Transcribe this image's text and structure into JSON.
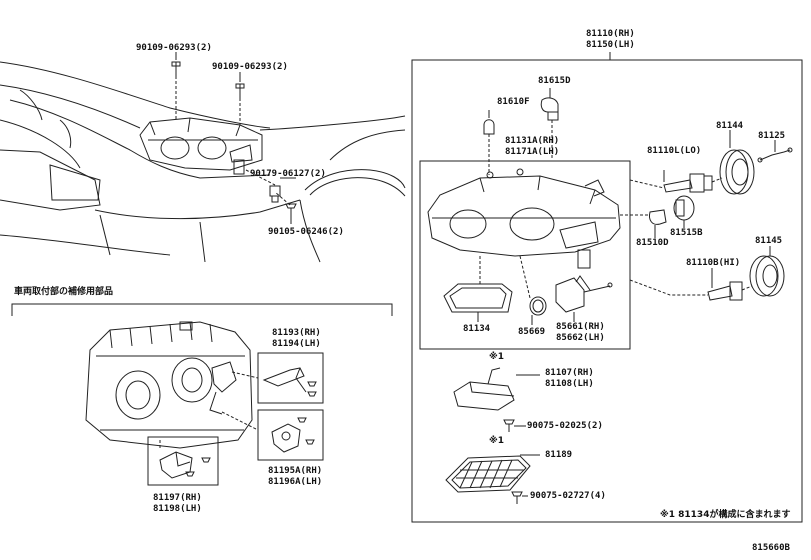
{
  "callouts": {
    "top_bolt_a": "90109-06293(2)",
    "top_bolt_b": "90109-06293(2)",
    "clip": "90179-06127(2)",
    "screw_left": "90105-06246(2)",
    "assy_rh": "81110(RH)",
    "assy_lh": "81150(LH)",
    "bulb_f": "81610F",
    "bulb_d": "81615D",
    "housing_rh": "81131A(RH)",
    "housing_lh": "81171A(LH)",
    "lo_bulb": "81110L(LO)",
    "cap_lo": "81144",
    "wire": "81125",
    "socket_d": "81510D",
    "socket_b": "81515B",
    "hi_bulb": "81110B(HI)",
    "cap_hi": "81145",
    "gasket": "81134",
    "oring": "85669",
    "socket_rh": "85661(RH)",
    "socket_lh": "85662(LH)",
    "ballast_rh": "81107(RH)",
    "ballast_lh": "81108(LH)",
    "screw_b1": "90075-02025(2)",
    "cover": "81189",
    "screw_b2": "90075-02727(4)",
    "bracket1_rh": "81193(RH)",
    "bracket1_lh": "81194(LH)",
    "bracket2_rh": "81195A(RH)",
    "bracket2_lh": "81196A(LH)",
    "bracket3_rh": "81197(RH)",
    "bracket3_lh": "81198(LH)",
    "mark1": "※1",
    "mark2": "※1"
  },
  "section_title": "車両取付部の補修用部品",
  "footnote": "※1 81134が構成に含まれます",
  "figure_id": "815660B"
}
